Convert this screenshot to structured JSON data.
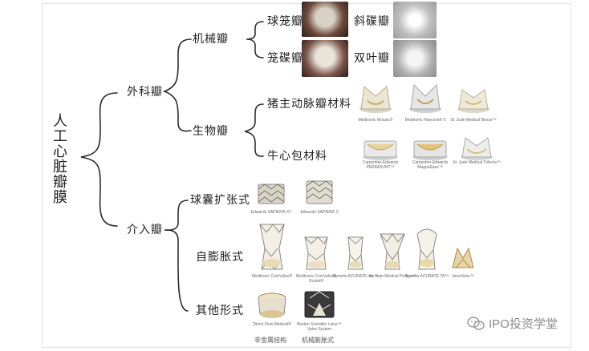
{
  "root": "人工心脏瓣膜",
  "branches": {
    "surgical": {
      "label": "外科瓣",
      "mechanical": {
        "label": "机械瓣",
        "types": [
          "球笼瓣",
          "斜碟瓣",
          "笼碟瓣",
          "双叶瓣"
        ]
      },
      "biological": {
        "label": "生物瓣",
        "porcine": "猪主动脉瓣材料",
        "pericardial": "牛心包材料"
      }
    },
    "interventional": {
      "label": "介入瓣",
      "balloon": "球囊扩张式",
      "self": "自膨胀式",
      "other": "其他形式"
    }
  },
  "captions": {
    "porcine": [
      "Medtronic Mosaic®",
      "Medtronic Hancock® II",
      "St. Jude Medical Biocor™"
    ],
    "pericardial": [
      "Carpentier-Edwards PERIMOUNT™",
      "Carpentier-Edwards MagnaEase™",
      "St. Jude Medical Trifecta™"
    ],
    "balloon": [
      "Edwards SAPIEN® XT",
      "Edwards SAPIEN® 3"
    ],
    "self": [
      "Medtronic CoreValve®",
      "Medtronic CoreValve® Evolut®",
      "Symetis ACURATE neo™",
      "St. Jude Medical Portico™",
      "Symetis ACURATE TA™",
      "JenaValve™"
    ],
    "other": [
      "Direct Flow Medical®",
      "Boston Scientific Lotus™ Valve System"
    ]
  },
  "footnotes": [
    "非金属结构",
    "机械膨胀式"
  ],
  "watermark": "IPO投资学堂"
}
